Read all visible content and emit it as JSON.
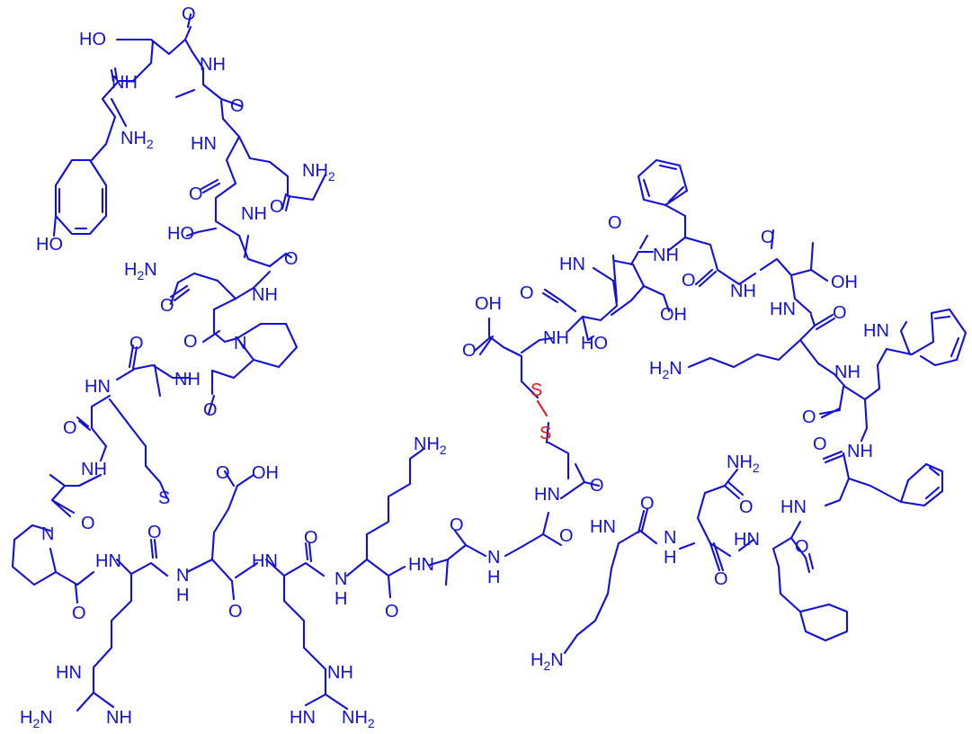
{
  "colors": {
    "atom": "#1010d8",
    "sulfur_bridge": "#e8141b",
    "background": "#ffffff"
  },
  "labels": {
    "ho_ser1": "HO",
    "nh_tyr": "NH",
    "nh2_tyr": "NH",
    "nh2_tyr_sub": "2",
    "oh_tyr": "HO",
    "nh_ala1": "NH",
    "o_ser1": "O",
    "o_ala1": "O",
    "hn_asn1": "HN",
    "nh2_asn1": "NH",
    "nh2_asn1_sub": "2",
    "o_asn1b": "O",
    "nh_ser2": "NH",
    "ho_ser2": "HO",
    "o_ser2": "O",
    "nh_asn2": "NH",
    "h2n_asn2": "H",
    "h2n_asn2_sub": "2",
    "h2n_asn2_n": "N",
    "o_asn2a": "O",
    "o_asn2b": "O",
    "n_pro1": "N",
    "o_met": "O",
    "hn_met": "HN",
    "nh_ala2": "NH",
    "o_ala2": "O",
    "o_met_b": "O",
    "nh_ala3": "NH",
    "s_met": "S",
    "n_pro2": "N",
    "o_pro2": "O",
    "o_ala3": "O",
    "hn_arg1": "HN",
    "o_arg1": "O",
    "nh_arg1_side": "HN",
    "h2n_arg1": "H",
    "h2n_arg1_sub": "2",
    "h2n_arg1_n": "N",
    "nh_arg1_end": "NH",
    "cooh_glu": "OH",
    "o_glu_side": "O",
    "hn_glu": "N",
    "hn_glu_h": "H",
    "o_glu": "O",
    "hn_arg2": "HN",
    "o_arg2": "O",
    "o_arg2_b": "O",
    "nh_arg2_side": "NH",
    "hn_arg2_end": "HN",
    "nh2_arg2": "NH",
    "nh2_arg2_sub": "2",
    "nh2_lys1": "NH",
    "nh2_lys1_sub": "2",
    "hn_lys1": "N",
    "hn_lys1_h": "H",
    "o_lys1": "O",
    "hn_ala4": "HN",
    "o_ala4": "O",
    "o_ala4_b": "O",
    "hn_gly": "N",
    "hn_gly_h": "H",
    "o_gly": "O",
    "s1": "S",
    "s2": "S",
    "oh_cys": "OH",
    "o_cys": "O",
    "nh_cys": "NH",
    "o_ser3": "O",
    "hn_ser3": "HN",
    "oh_ser3": "HO",
    "o_thr1": "O",
    "nh_thr1": "NH",
    "oh_thr1": "OH",
    "o_phe1": "O",
    "nh_phe1": "NH",
    "o_thr2": "O",
    "oh_thr2": "OH",
    "hn_lys2": "HN",
    "o_lys2": "O",
    "h2n_lys2": "H",
    "h2n_lys2_sub": "2",
    "h2n_lys2_n": "N",
    "nh_trp": "NH",
    "hn_indole": "HN",
    "o_trp": "O",
    "hn_cys2": "HN",
    "o_cys2": "O",
    "hn_lys3": "HN",
    "h2n_lys3": "H",
    "h2n_lys3_sub": "2",
    "h2n_lys3_n": "N",
    "o_lys3": "O",
    "nh2_asn3": "NH",
    "nh2_asn3_sub": "2",
    "o_asn3": "O",
    "nh_asn3": "N",
    "nh_asn3_h": "H",
    "o_asn3b": "O",
    "hn_phe2": "HN",
    "o_phe2": "O",
    "nh_phe3": "NH",
    "o_phe3": "O",
    "hn_phe3": "HN"
  }
}
